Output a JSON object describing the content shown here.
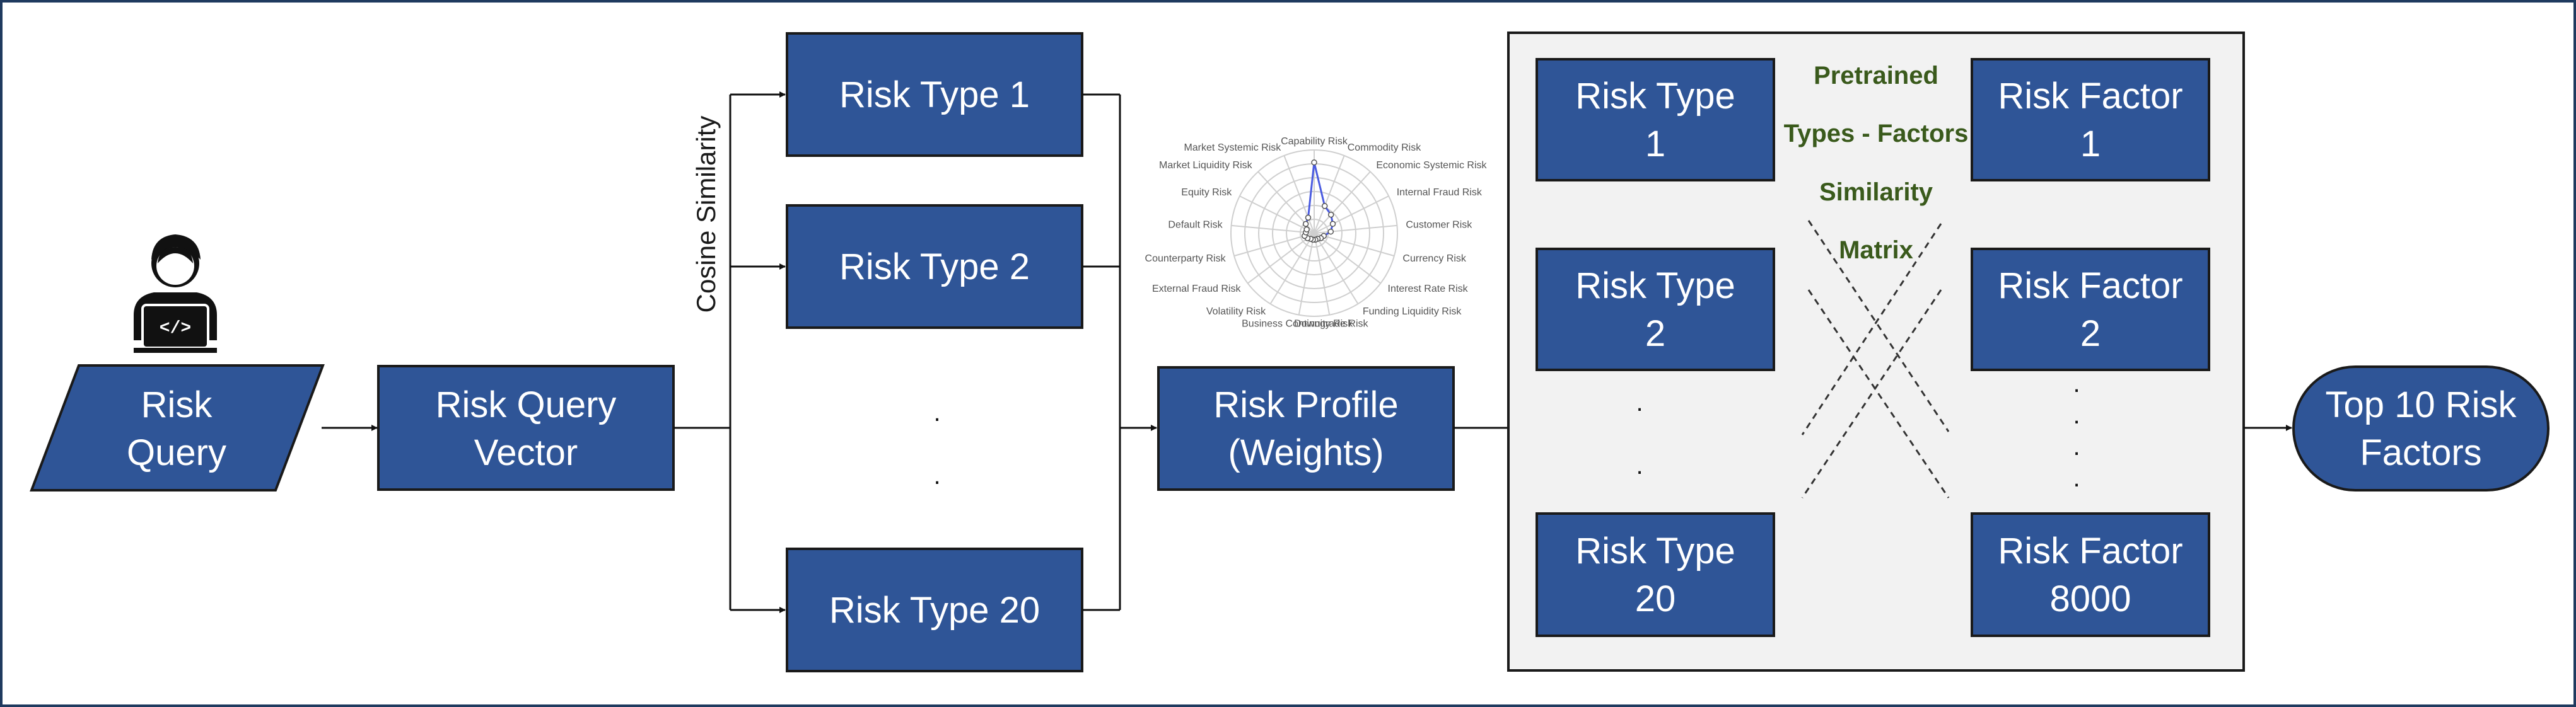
{
  "colors": {
    "box_fill": "#2f5597",
    "box_stroke": "#1a1a1a",
    "line": "#111111",
    "panel_fill": "#f2f2f2",
    "matrix_text": "#3a5a1c",
    "radar_series": "#4a5be0"
  },
  "user_icon": "developer-at-laptop-icon",
  "query_box": [
    "Risk",
    "Query"
  ],
  "vector_box": [
    "Risk Query",
    "Vector"
  ],
  "edge_label": "Cosine Similarity",
  "risk_types": [
    "Risk Type 1",
    "Risk Type 2",
    "Risk Type 20"
  ],
  "types_ellipsis": [
    ".",
    "."
  ],
  "profile_box": [
    "Risk Profile",
    "(Weights)"
  ],
  "radar": {
    "categories": [
      "Capability Risk",
      "Commodity Risk",
      "Economic Systemic Risk",
      "Internal Fraud Risk",
      "Customer Risk",
      "Currency Risk",
      "Interest Rate Risk",
      "Funding Liquidity Risk",
      "Downgrade Risk",
      "Business Continuity Risk",
      "Volatility Risk",
      "External Fraud Risk",
      "Counterparty Risk",
      "Default Risk",
      "Equity Risk",
      "Market Liquidity Risk",
      "Market Systemic Risk"
    ],
    "values": [
      0.85,
      0.35,
      0.3,
      0.25,
      0.2,
      0.12,
      0.1,
      0.08,
      0.08,
      0.08,
      0.08,
      0.1,
      0.12,
      0.1,
      0.1,
      0.15,
      0.2
    ]
  },
  "panel": {
    "types": [
      [
        "Risk Type",
        "1"
      ],
      [
        "Risk Type",
        "2"
      ],
      [
        "Risk Type",
        "20"
      ]
    ],
    "type_dots": [
      ".",
      "."
    ],
    "factors": [
      [
        "Risk Factor",
        "1"
      ],
      [
        "Risk Factor",
        "2"
      ],
      [
        "Risk Factor",
        "8000"
      ]
    ],
    "factor_dots": [
      ".",
      ".",
      ".",
      "."
    ],
    "matrix_label": [
      "Pretrained",
      "Types - Factors",
      "Similarity",
      "Matrix"
    ]
  },
  "output_box": [
    "Top 10 Risk",
    "Factors"
  ]
}
